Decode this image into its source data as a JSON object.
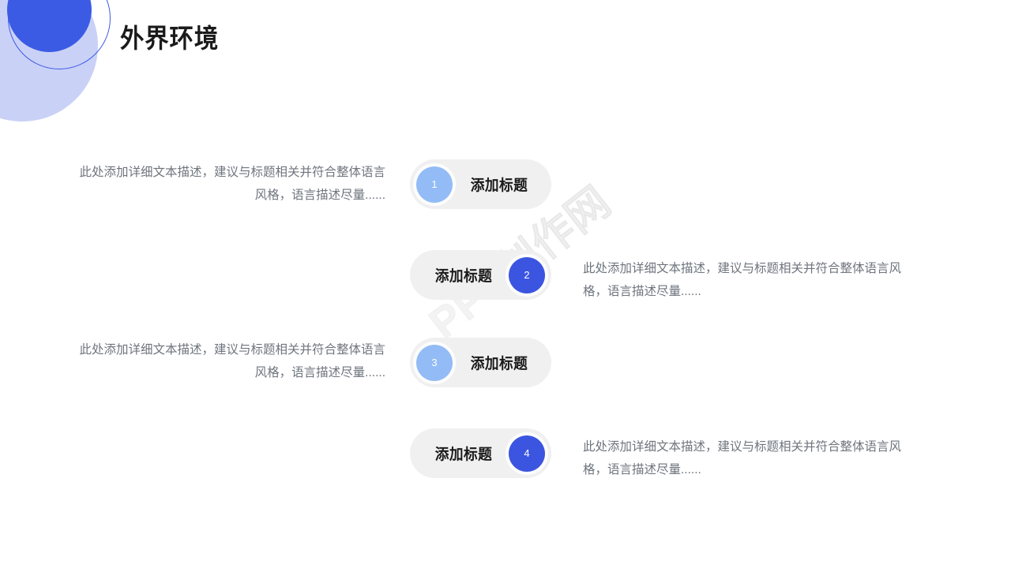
{
  "slide": {
    "title": "外界环境",
    "background_color": "#FFFFFF",
    "watermark_text": "PPT制作网"
  },
  "decor": {
    "solid_circle_color": "#3C5BE5",
    "light_circle_color": "#C9D1F7",
    "ring_circle_color": "#3D5BE5"
  },
  "palette": {
    "accent_blue": "#3C55E0",
    "accent_light_blue": "#93BCF6",
    "pill_background": "#F0F0F0",
    "body_text": "#6E747D",
    "title_text": "#1A1A1A"
  },
  "items": [
    {
      "number": "1",
      "label": "添加标题",
      "badge_side": "left",
      "badge_style": "light",
      "description": "此处添加详细文本描述，建议与标题相关并符合整体语言风格，语言描述尽量......",
      "description_side": "left"
    },
    {
      "number": "2",
      "label": "添加标题",
      "badge_side": "right",
      "badge_style": "dark",
      "description": "此处添加详细文本描述，建议与标题相关并符合整体语言风格，语言描述尽量......",
      "description_side": "right"
    },
    {
      "number": "3",
      "label": "添加标题",
      "badge_side": "left",
      "badge_style": "light",
      "description": "此处添加详细文本描述，建议与标题相关并符合整体语言风格，语言描述尽量......",
      "description_side": "left"
    },
    {
      "number": "4",
      "label": "添加标题",
      "badge_side": "right",
      "badge_style": "dark",
      "description": "此处添加详细文本描述，建议与标题相关并符合整体语言风格，语言描述尽量......",
      "description_side": "right"
    }
  ]
}
